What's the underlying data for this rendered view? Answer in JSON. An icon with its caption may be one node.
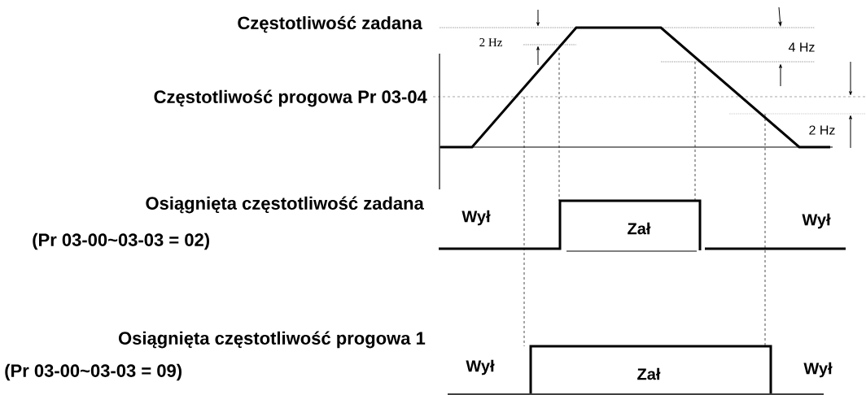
{
  "diagram": {
    "labels": [
      "Częstotliwość zadana",
      "2 Hz",
      "4 Hz",
      "Częstotliwość progowa Pr 03-04",
      "2 Hz",
      "Osiągnięta częstotliwość zadana",
      "Wył",
      "Zał",
      "Wył",
      "(Pr 03-00~03-03 = 02)",
      "Osiągnięta częstotliwość progowa 1",
      "Wył",
      "Zał",
      "Wył",
      "(Pr 03-00~03-03 = 09)"
    ]
  }
}
